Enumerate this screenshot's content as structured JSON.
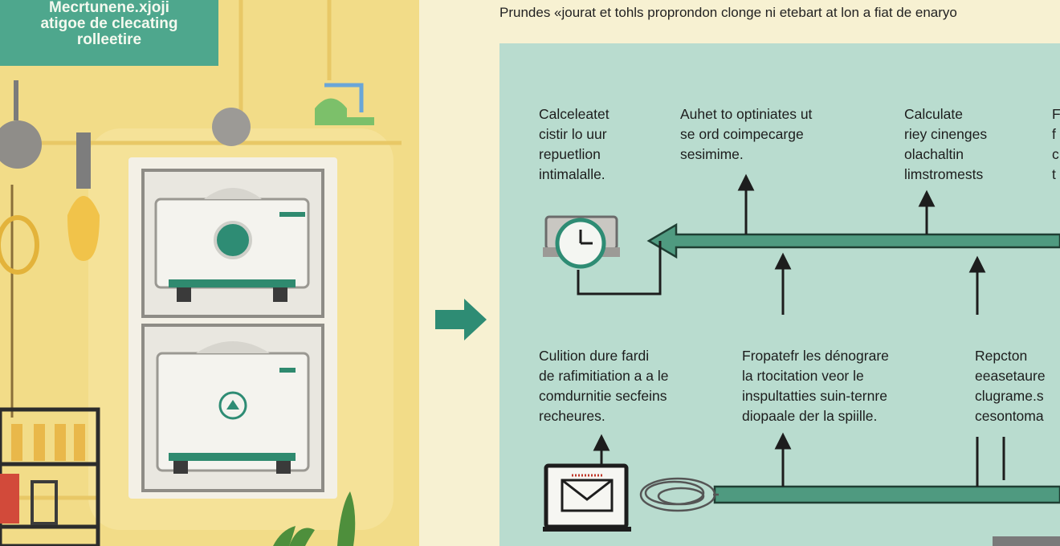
{
  "left_panel": {
    "title_lines": [
      "Mecrtunene.xjoji",
      "atigoe de clecating",
      "rolleetire"
    ]
  },
  "headline": "Prundes «jourat et tohls proprondon clonge ni etebart at lon a fiat de enaryo",
  "flow": {
    "cards": [
      {
        "id": "top-1",
        "lines": [
          "Calceleatet",
          "cistir lo uur",
          "repuetlion",
          "intimalalle."
        ]
      },
      {
        "id": "top-2",
        "lines": [
          "Auhet to optiniates ut",
          "se ord coimpecarge",
          "sesimime."
        ]
      },
      {
        "id": "top-3",
        "lines": [
          "Calculate",
          "riey cinenges",
          "olachaltin",
          "limstromests"
        ]
      },
      {
        "id": "top-4",
        "lines": [
          "F",
          "f",
          "c",
          "t"
        ]
      },
      {
        "id": "bottom-1",
        "lines": [
          "Culition dure fardi",
          "de rafimitiation a a le",
          "comdurnitie secfeins",
          "recheures."
        ]
      },
      {
        "id": "bottom-2",
        "lines": [
          "Fropatefr les dénograre",
          "la rtocitation veor le",
          "inspultatties suin-ternre",
          "diopaale der la spiille."
        ]
      },
      {
        "id": "bottom-3",
        "lines": [
          "Repcton",
          "eeasetaure",
          "clugrame.s",
          "cesontoma"
        ]
      }
    ]
  },
  "colors": {
    "accent_teal": "#2e8c74",
    "flow_panel": "#b9dccf",
    "left_bg": "#f2dc88",
    "title_badge": "#4ea78d"
  },
  "icons": [
    "clock-icon",
    "envelope-monitor-icon",
    "cable-coil-icon",
    "arrow-right-icon",
    "washing-machine-icon",
    "pendant-lamp-icon",
    "plant-icon"
  ]
}
